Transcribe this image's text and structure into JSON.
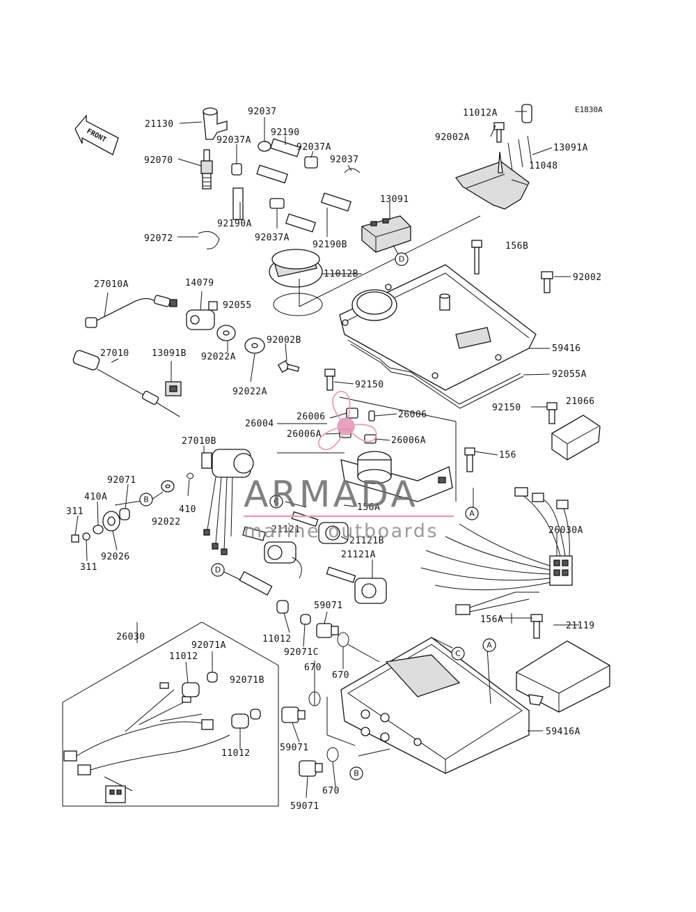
{
  "diagram_code": "E1830A",
  "front_label": "FRONT",
  "callouts": [
    "A",
    "B",
    "C",
    "D"
  ],
  "watermark": {
    "brand": "ARMADA",
    "tagline": "marine outboards",
    "accent": "#e89ab8",
    "text_color": "#6b6b6b"
  },
  "labels": {
    "p21130": "21130",
    "p92037_t": "92037",
    "p92037A_l": "92037A",
    "p92190_t": "92190",
    "p92037A_r": "92037A",
    "p92037_r": "92037",
    "p92070": "92070",
    "p92190A": "92190A",
    "p92037A_b": "92037A",
    "p92190B": "92190B",
    "p13091": "13091",
    "p92072": "92072",
    "p11012A": "11012A",
    "p92002A": "92002A",
    "p13091A": "13091A",
    "p11048": "11048",
    "p156B": "156B",
    "p11012B": "11012B",
    "p92002": "92002",
    "p27010A": "27010A",
    "p14079": "14079",
    "p92055": "92055",
    "p92002B": "92002B",
    "p59416": "59416",
    "p92022A_1": "92022A",
    "p92022A_2": "92022A",
    "p27010": "27010",
    "p13091B": "13091B",
    "p92055A": "92055A",
    "p92150_t": "92150",
    "p26006_l": "26006",
    "p26006_r": "26006",
    "p92150_r": "92150",
    "p21066": "21066",
    "p26004": "26004",
    "p26006A_l": "26006A",
    "p26006A_r": "26006A",
    "p27010B": "27010B",
    "p156": "156",
    "p92071": "92071",
    "p410A": "410A",
    "p311_t": "311",
    "p410": "410",
    "p92022": "92022",
    "p156A_c": "156A",
    "p21121": "21121",
    "p21121B": "21121B",
    "p26030A": "26030A",
    "p311_b": "311",
    "p92026": "92026",
    "p21121A": "21121A",
    "p59071_c": "59071",
    "p156A_r": "156A",
    "p21119": "21119",
    "p11012_c": "11012",
    "p92071C": "92071C",
    "p26030": "26030",
    "p92071A": "92071A",
    "p11012_box1": "11012",
    "p670_l": "670",
    "p670_r": "670",
    "p92071B": "92071B",
    "p59416A": "59416A",
    "p11012_box2": "11012",
    "p59071_l": "59071",
    "p670_b": "670",
    "p59071_b": "59071"
  }
}
